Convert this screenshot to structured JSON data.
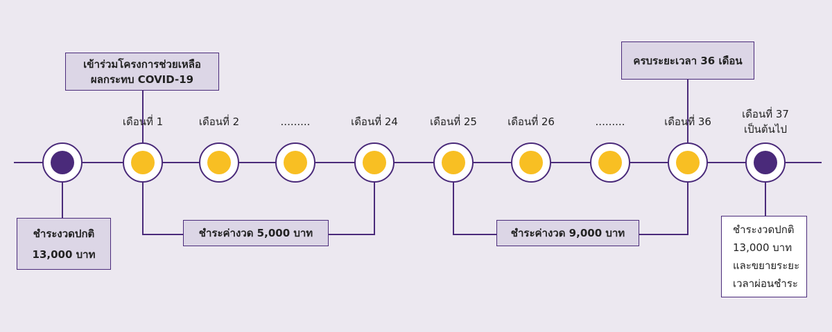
{
  "colors": {
    "background": "#ece8f0",
    "line": "#4a2a7a",
    "box_fill": "#dcd6e6",
    "node_ring": "#ffffff",
    "node_yellow": "#f8bf23",
    "node_purple": "#4a2a7a"
  },
  "nodes": [
    {
      "label": "",
      "fill": "purple"
    },
    {
      "label": "เดือนที่ 1",
      "fill": "yellow"
    },
    {
      "label": "เดือนที่ 2",
      "fill": "yellow"
    },
    {
      "label": ".........",
      "fill": "yellow"
    },
    {
      "label": "เดือนที่ 24",
      "fill": "yellow"
    },
    {
      "label": "เดือนที่ 25",
      "fill": "yellow"
    },
    {
      "label": "เดือนที่ 26",
      "fill": "yellow"
    },
    {
      "label": ".........",
      "fill": "yellow"
    },
    {
      "label": "เดือนที่ 36",
      "fill": "yellow"
    },
    {
      "label": "เดือนที่ 37\nเป็นต้นไป",
      "fill": "purple"
    }
  ],
  "boxes": {
    "join_program": {
      "lines": [
        "เข้าร่วมโครงการช่วยเหลือ",
        "ผลกระทบ COVID-19"
      ]
    },
    "complete_36": {
      "lines": [
        "ครบระยะเวลา 36 เดือน"
      ]
    },
    "normal_payment_left": {
      "lines": [
        "ชำระงวดปกติ",
        "13,000 บาท"
      ]
    },
    "pay_5000": {
      "lines": [
        "ชำระค่างวด 5,000 บาท"
      ]
    },
    "pay_9000": {
      "lines": [
        "ชำระค่างวด 9,000 บาท"
      ]
    },
    "normal_payment_right": {
      "lines": [
        "ชำระงวดปกติ",
        "13,000 บาท",
        "และขยายระยะ",
        "เวลาผ่อนชำระ"
      ]
    }
  }
}
